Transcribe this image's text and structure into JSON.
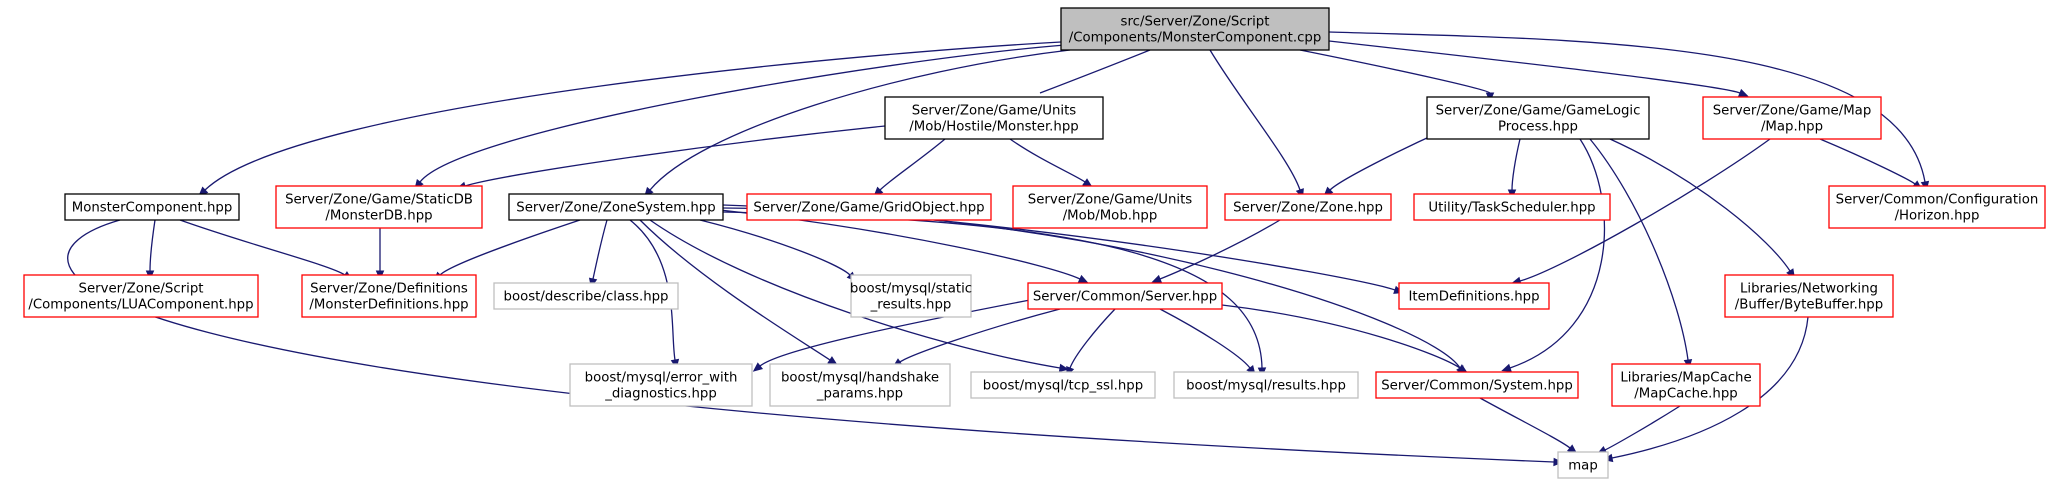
{
  "colors": {
    "root_fill": "#bfbfbf",
    "black": "#000000",
    "red": "#ff0000",
    "gray": "#bfbfbf",
    "edge": "#191970"
  },
  "nodes": [
    {
      "id": "root",
      "lines": [
        "src/Server/Zone/Script",
        "/Components/MonsterComponent.cpp"
      ],
      "style": "root"
    },
    {
      "id": "monsterComponent",
      "lines": [
        "MonsterComponent.hpp"
      ],
      "style": "black"
    },
    {
      "id": "monsterHpp",
      "lines": [
        "Server/Zone/Game/Units",
        "/Mob/Hostile/Monster.hpp"
      ],
      "style": "black"
    },
    {
      "id": "zoneSystem",
      "lines": [
        "Server/Zone/ZoneSystem.hpp"
      ],
      "style": "black"
    },
    {
      "id": "gameLogic",
      "lines": [
        "Server/Zone/Game/GameLogic",
        "Process.hpp"
      ],
      "style": "black"
    },
    {
      "id": "mapHpp",
      "lines": [
        "Server/Zone/Game/Map",
        "/Map.hpp"
      ],
      "style": "red"
    },
    {
      "id": "horizon",
      "lines": [
        "Server/Common/Configuration",
        "/Horizon.hpp"
      ],
      "style": "red"
    },
    {
      "id": "staticDB",
      "lines": [
        "Server/Zone/Game/StaticDB",
        "/MonsterDB.hpp"
      ],
      "style": "red"
    },
    {
      "id": "gridObject",
      "lines": [
        "Server/Zone/Game/GridObject.hpp"
      ],
      "style": "red"
    },
    {
      "id": "mobHpp",
      "lines": [
        "Server/Zone/Game/Units",
        "/Mob/Mob.hpp"
      ],
      "style": "red"
    },
    {
      "id": "zoneHpp",
      "lines": [
        "Server/Zone/Zone.hpp"
      ],
      "style": "red"
    },
    {
      "id": "taskScheduler",
      "lines": [
        "Utility/TaskScheduler.hpp"
      ],
      "style": "red"
    },
    {
      "id": "luaComponent",
      "lines": [
        "Server/Zone/Script",
        "/Components/LUAComponent.hpp"
      ],
      "style": "red"
    },
    {
      "id": "monsterDefs",
      "lines": [
        "Server/Zone/Definitions",
        "/MonsterDefinitions.hpp"
      ],
      "style": "red"
    },
    {
      "id": "describeClass",
      "lines": [
        "boost/describe/class.hpp"
      ],
      "style": "gray"
    },
    {
      "id": "staticResults",
      "lines": [
        "boost/mysql/static",
        "_results.hpp"
      ],
      "style": "gray"
    },
    {
      "id": "commonServer",
      "lines": [
        "Server/Common/Server.hpp"
      ],
      "style": "red"
    },
    {
      "id": "itemDefs",
      "lines": [
        "ItemDefinitions.hpp"
      ],
      "style": "red"
    },
    {
      "id": "byteBuffer",
      "lines": [
        "Libraries/Networking",
        "/Buffer/ByteBuffer.hpp"
      ],
      "style": "red"
    },
    {
      "id": "errorWith",
      "lines": [
        "boost/mysql/error_with",
        "_diagnostics.hpp"
      ],
      "style": "gray"
    },
    {
      "id": "handshake",
      "lines": [
        "boost/mysql/handshake",
        "_params.hpp"
      ],
      "style": "gray"
    },
    {
      "id": "tcpSsl",
      "lines": [
        "boost/mysql/tcp_ssl.hpp"
      ],
      "style": "gray"
    },
    {
      "id": "results",
      "lines": [
        "boost/mysql/results.hpp"
      ],
      "style": "gray"
    },
    {
      "id": "commonSystem",
      "lines": [
        "Server/Common/System.hpp"
      ],
      "style": "red"
    },
    {
      "id": "mapCache",
      "lines": [
        "Libraries/MapCache",
        "/MapCache.hpp"
      ],
      "style": "red"
    },
    {
      "id": "map",
      "lines": [
        "map"
      ],
      "style": "gray"
    }
  ]
}
